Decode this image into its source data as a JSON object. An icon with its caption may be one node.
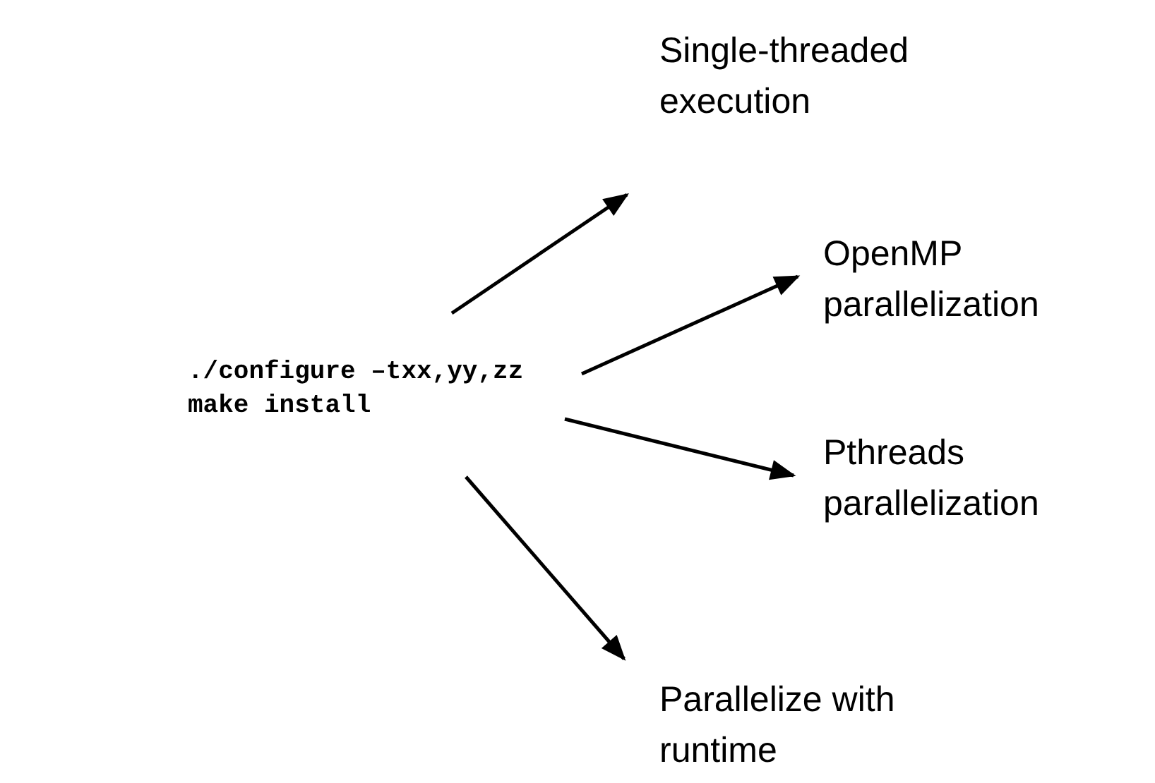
{
  "diagram": {
    "nodes": [
      {
        "text": [
          "./configure –txx,yy,zz",
          "make install"
        ]
      },
      {
        "text": [
          "Single-threaded execution"
        ]
      },
      {
        "text": [
          "OpenMP parallelization"
        ]
      },
      {
        "text": [
          "Pthreads parallelization"
        ]
      },
      {
        "text": [
          "Parallelize with runtime"
        ]
      }
    ],
    "edges": [
      {
        "from": 0,
        "to": 1,
        "arrow": "to"
      },
      {
        "from": 0,
        "to": 2,
        "arrow": "to"
      },
      {
        "from": 0,
        "to": 3,
        "arrow": "to"
      },
      {
        "from": 0,
        "to": 4,
        "arrow": "to"
      }
    ]
  }
}
